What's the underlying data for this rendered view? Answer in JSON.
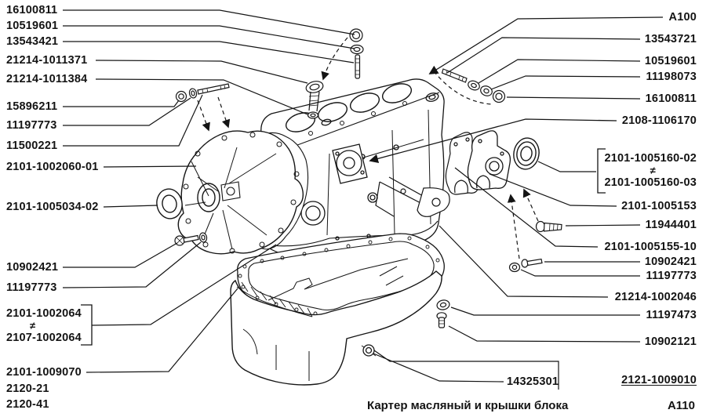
{
  "left": {
    "nut_top": "16100811",
    "washer_top": "10519601",
    "stud_top": "13543421",
    "bolt_a": "21214-1011371",
    "bolt_b": "21214-1011384",
    "nut_cover": "15896211",
    "washer_cover": "11197773",
    "stud_cover": "11500221",
    "front_cover": "2101-1002060-01",
    "front_seal": "2101-1005034-02",
    "bolt_lower": "10902421",
    "washer_lower": "11197773",
    "gasket_alt_1": "2101-1002064",
    "neq": "≠",
    "gasket_alt_2": "2107-1002064",
    "pan_gasket": "2101-1009070"
  },
  "right": {
    "block_ref": "A100",
    "stud_rear": "13543721",
    "washer_flat": "10519601",
    "washer_spring": "11198073",
    "nut_rear": "16100811",
    "pump_drive": "2108-1106170",
    "seal_alt_1": "2101-1005160-02",
    "neq": "≠",
    "seal_alt_2": "2101-1005160-03",
    "seal_holder": "2101-1005153",
    "bolt_holder": "11944401",
    "holder_gasket": "2101-1005155-10",
    "bolt_mid": "10902421",
    "washer_mid": "11197773",
    "bracket": "21214-1002046",
    "washer_pan": "11197473",
    "bolt_pan": "10902121",
    "drain_plug": "14325301",
    "oil_pan": "2121-1009010"
  },
  "footer": {
    "model_1": "2120-21",
    "model_2": "2120-41",
    "caption": "Картер масляный и крышки блока",
    "figure_code": "A110"
  }
}
